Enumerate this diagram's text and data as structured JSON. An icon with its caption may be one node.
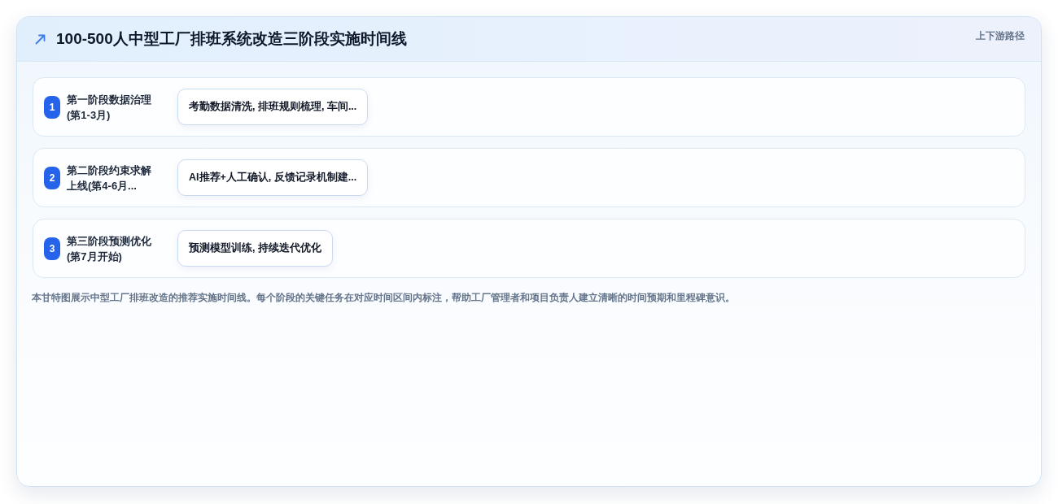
{
  "diagram": {
    "title": "100-500人中型工厂排班系统改造三阶段实施时间线",
    "caption": "本甘特图展示中型工厂排班改造的推荐实施时间线。每个阶段的关键任务在对应时间区间内标注，帮助工厂管理者和项目负责人建立清晰的时间预期和里程碑意识。",
    "nodes": [
      {
        "text": [
          "1",
          "第一阶段数据治理(第1-3月)"
        ]
      },
      {
        "text": [
          "考勤数据清洗, 排班规则梳理, 车间..."
        ],
        "in": 0
      },
      {
        "text": [
          "2",
          "第二阶段约束求解上线(第4-6月..."
        ]
      },
      {
        "text": [
          "AI推荐+人工确认, 反馈记录机制建..."
        ],
        "in": 2
      },
      {
        "text": [
          "3",
          "第三阶段预测优化(第7月开始)"
        ]
      },
      {
        "text": [
          "预测模型训练, 持续迭代优化"
        ],
        "in": 4
      }
    ],
    "labels": [
      "上下游路径"
    ]
  }
}
